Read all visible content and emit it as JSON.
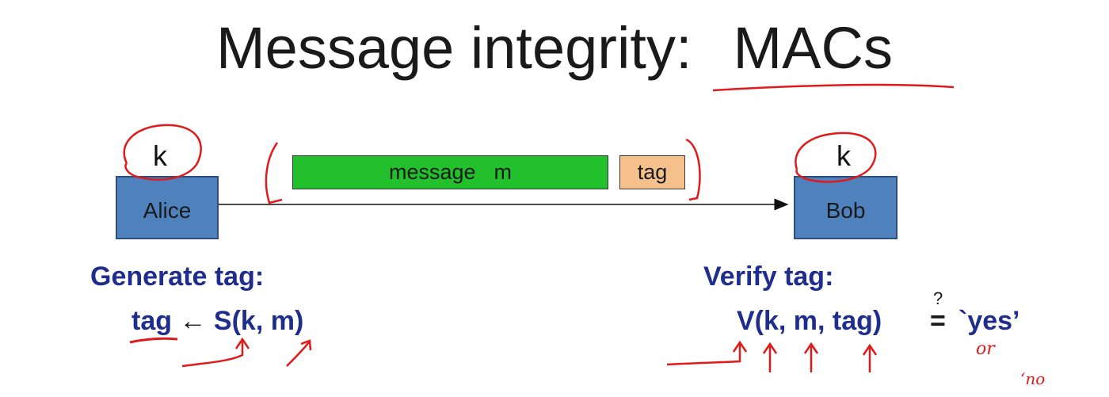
{
  "title": {
    "part1": "Message integrity:",
    "part2": "MACs"
  },
  "diagram": {
    "sender": {
      "label": "Alice",
      "key": "k"
    },
    "receiver": {
      "label": "Bob",
      "key": "k"
    },
    "message_label": "message  m",
    "tag_label": "tag"
  },
  "generate": {
    "heading": "Generate tag:",
    "lhs": "tag",
    "arrow": "←",
    "rhs": "S(k, m)"
  },
  "verify": {
    "heading": "Verify tag:",
    "expr": "V(k, m, tag)",
    "question": "?",
    "equals": "=",
    "result": "`yes’"
  },
  "annotations": {
    "or_text": "or",
    "no_text": "‘no"
  },
  "colors": {
    "box_fill": "#4f81bd",
    "message_fill": "#22c02c",
    "tag_fill": "#f6c08d",
    "heading_text": "#1f2d8c",
    "ink": "#e01a1a"
  }
}
